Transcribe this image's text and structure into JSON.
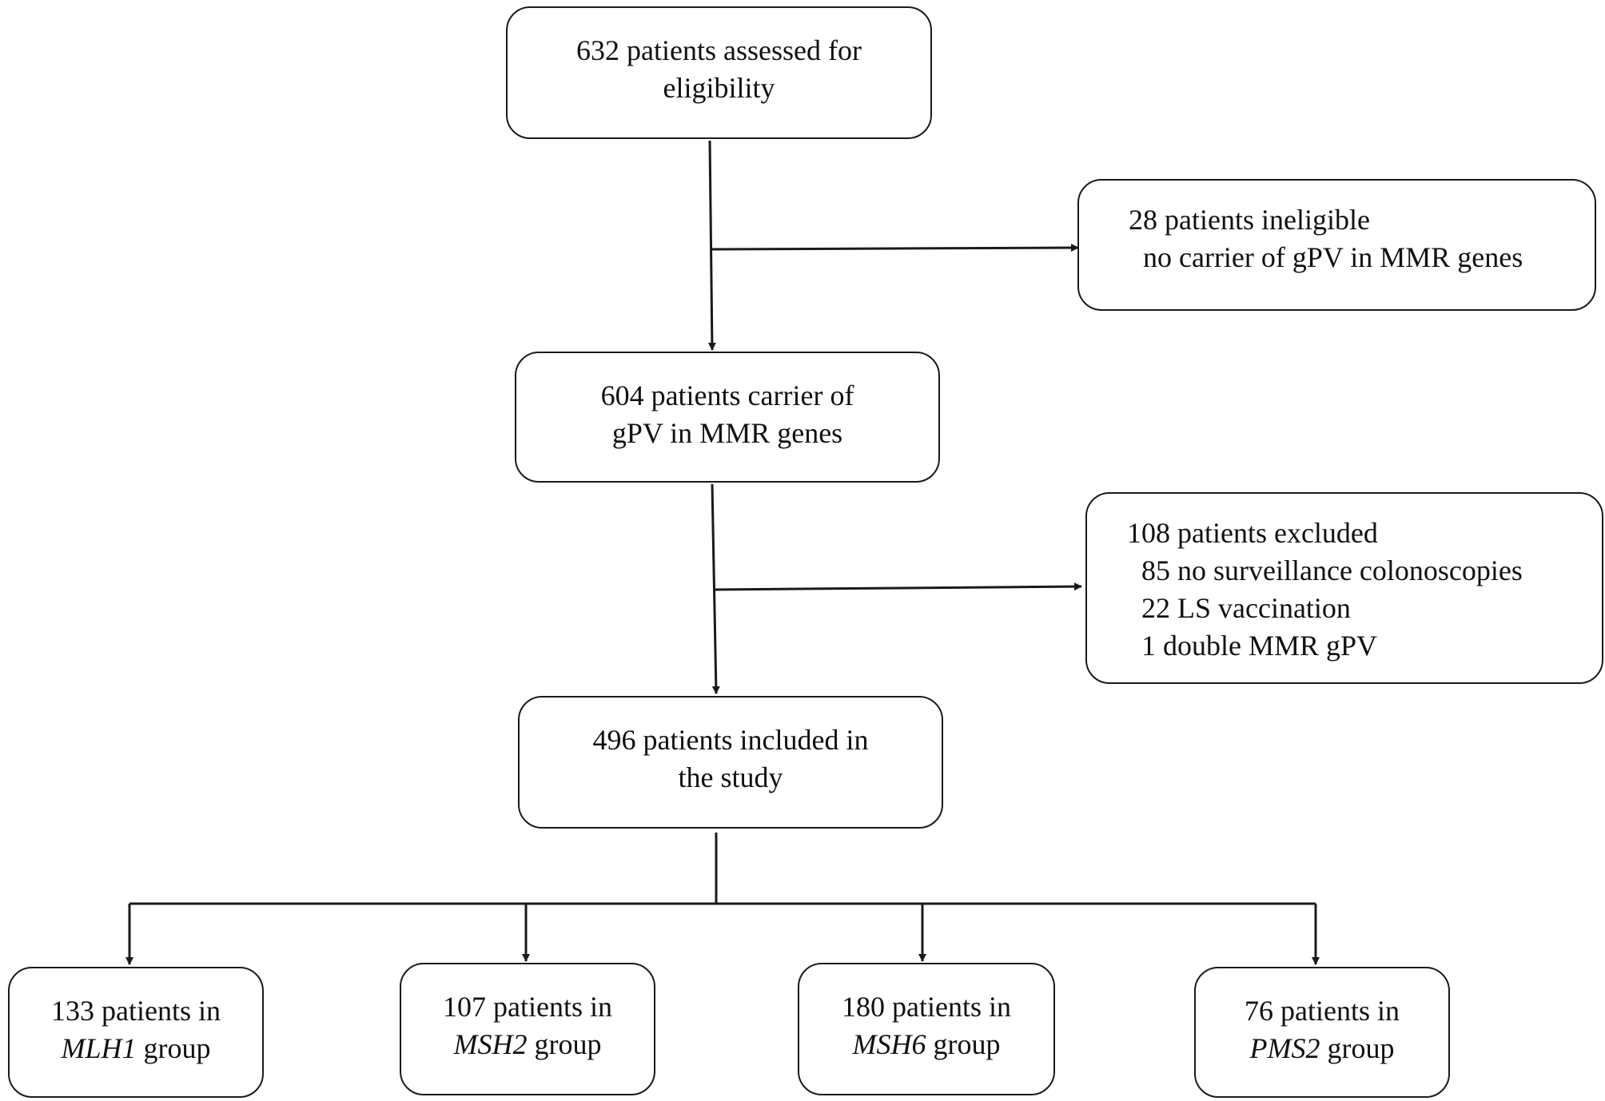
{
  "boxes": {
    "assessed": {
      "line1": "632 patients assessed for",
      "line2": "eligibility"
    },
    "ineligible": {
      "line1": "28 patients ineligible",
      "line2": "no carrier of gPV in MMR genes"
    },
    "carriers": {
      "line1": "604 patients carrier of",
      "line2": "gPV in MMR genes"
    },
    "excluded": {
      "line1": "108 patients excluded",
      "line2": "85 no surveillance colonoscopies",
      "line3": "22 LS vaccination",
      "line4": "1 double MMR gPV"
    },
    "included": {
      "line1": "496 patients included in",
      "line2": "the study"
    },
    "groups": [
      {
        "line1": "133 patients in",
        "gene": "MLH1",
        "suffix": " group"
      },
      {
        "line1": "107 patients in",
        "gene": "MSH2",
        "suffix": " group"
      },
      {
        "line1": "180 patients in",
        "gene": "MSH6",
        "suffix": " group"
      },
      {
        "line1": "76 patients in",
        "gene": "PMS2",
        "suffix": " group"
      }
    ]
  },
  "colors": {
    "stroke": "#1a1a1a",
    "background": "#ffffff"
  }
}
